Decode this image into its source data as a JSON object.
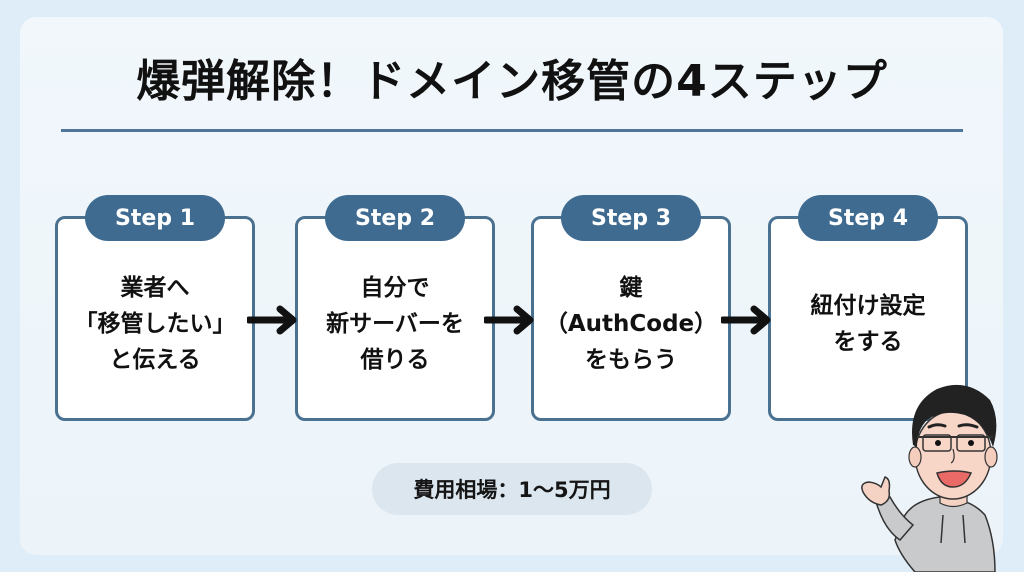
{
  "title": "爆弾解除！ドメイン移管の4ステップ",
  "steps": [
    {
      "label": "Step 1",
      "text": "業者へ\n「移管したい」\nと伝える"
    },
    {
      "label": "Step 2",
      "text": "自分で\n新サーバーを\n借りる"
    },
    {
      "label": "Step 3",
      "text": "鍵\n（AuthCode）\nをもらう"
    },
    {
      "label": "Step 4",
      "text": "紐付け設定\nをする"
    }
  ],
  "cost_note": "費用相場：1〜5万円",
  "icons": {
    "arrow": "right-arrow-icon",
    "mascot": "presenter-character"
  },
  "colors": {
    "background": "#dfedf8",
    "accent": "#3f6b91",
    "card_border": "#4a7190",
    "rule": "#4f7598",
    "cost_pill": "#dbe6ee"
  }
}
